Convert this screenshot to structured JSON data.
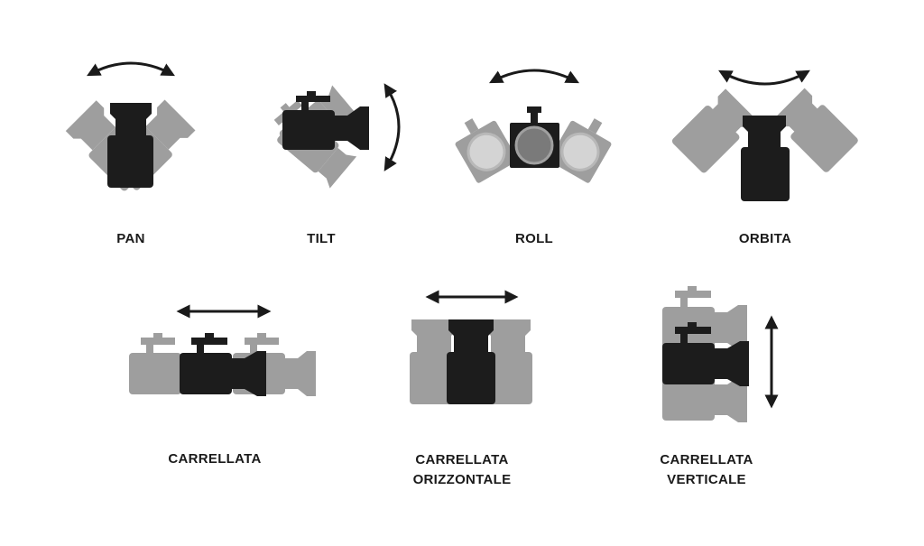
{
  "colors": {
    "dark": "#1c1c1c",
    "ghost": "#9e9e9e",
    "lens_glass": "#d4d4d4",
    "arrow": "#1a1a1a",
    "background": "#ffffff"
  },
  "movements": [
    {
      "id": "pan",
      "label": "PAN",
      "arrow": "curved-horizontal",
      "icon": "camera-front-pan"
    },
    {
      "id": "tilt",
      "label": "TILT",
      "arrow": "curved-vertical",
      "icon": "camera-side-tilt"
    },
    {
      "id": "roll",
      "label": "ROLL",
      "arrow": "curved-horizontal",
      "icon": "camera-front-roll"
    },
    {
      "id": "orbita",
      "label": "ORBITA",
      "arrow": "curved-horizontal",
      "icon": "camera-front-orbit"
    },
    {
      "id": "carrellata",
      "label": "CARRELLATA",
      "arrow": "straight-horizontal",
      "icon": "camera-side-dolly"
    },
    {
      "id": "carrellata-orizzontale",
      "label_line1": "CARRELLATA",
      "label_line2": "ORIZZONTALE",
      "arrow": "straight-horizontal",
      "icon": "camera-front-truck"
    },
    {
      "id": "carrellata-verticale",
      "label_line1": "CARRELLATA",
      "label_line2": "VERTICALE",
      "arrow": "straight-vertical",
      "icon": "camera-side-pedestal"
    }
  ]
}
